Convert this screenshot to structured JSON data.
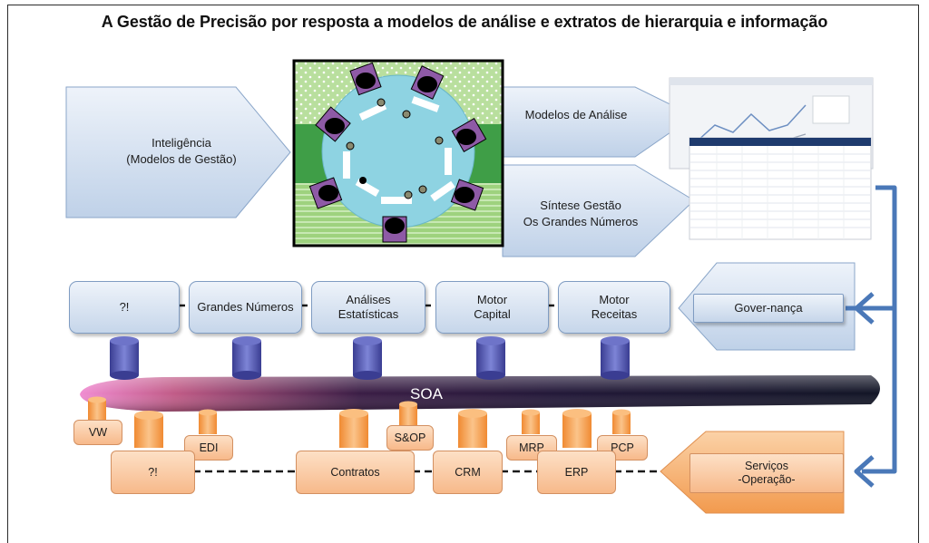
{
  "title": "A Gestão de Precisão por resposta a modelos de análise e extratos de hierarquia e informação",
  "top": {
    "inteligencia": "Inteligência\n(Modelos de Gestão)",
    "modelos": "Modelos de Análise",
    "sintese": "Síntese Gestão\nOs Grandes Números"
  },
  "analysis_boxes": [
    "?!",
    "Grandes Números",
    "Análises\nEstatísticas",
    "Motor\nCapital",
    "Motor\nReceitas"
  ],
  "governanca": "Gover-nança",
  "soa": "SOA",
  "systems_small": [
    "VW",
    "EDI",
    "S&OP",
    "MRP",
    "PCP"
  ],
  "systems_main": [
    "?!",
    "Contratos",
    "CRM",
    "ERP"
  ],
  "servicos": "Serviços\n-Operação-",
  "icons": [
    "meeting-illustration",
    "report-screenshot",
    "database-icon",
    "arrow-icon"
  ],
  "colors": {
    "blue_fill": "#c6d6ea",
    "orange_fill": "#f7b98a",
    "connector_blue": "#4a78b8",
    "soa_dark": "#1d1436",
    "green": "#3f9e47"
  }
}
